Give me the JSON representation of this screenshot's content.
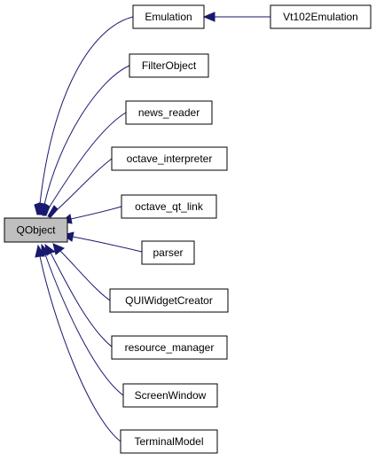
{
  "diagram": {
    "type": "inheritance-graph",
    "colors": {
      "edge": "#191970",
      "root_fill": "#bfbfbf",
      "node_fill": "#ffffff",
      "node_border": "#000000"
    },
    "root": {
      "id": "qobject",
      "label": "QObject"
    },
    "children": [
      {
        "id": "emulation",
        "label": "Emulation"
      },
      {
        "id": "filterobject",
        "label": "FilterObject"
      },
      {
        "id": "news-reader",
        "label": "news_reader"
      },
      {
        "id": "octave-interpreter",
        "label": "octave_interpreter"
      },
      {
        "id": "octave-qt-link",
        "label": "octave_qt_link"
      },
      {
        "id": "parser",
        "label": "parser"
      },
      {
        "id": "quiwidgetcreator",
        "label": "QUIWidgetCreator"
      },
      {
        "id": "resource-manager",
        "label": "resource_manager"
      },
      {
        "id": "screenwindow",
        "label": "ScreenWindow"
      },
      {
        "id": "terminalmodel",
        "label": "TerminalModel"
      }
    ],
    "grandchildren": [
      {
        "id": "vt102emulation",
        "label": "Vt102Emulation",
        "parent": "emulation"
      }
    ]
  }
}
